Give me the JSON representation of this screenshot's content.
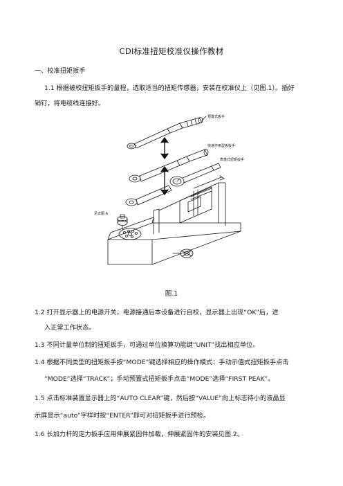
{
  "doc": {
    "title": "CDI标准扭矩校准仪操作教材",
    "section1": "一、校准扭矩扳手",
    "p1_1a": "1.1 根据被校扭矩扳手的量程，选取适当的扭矩传感器，安装在校准仪上（见图.1）。插好",
    "p1_1b": "销钉，将电缆线连接好。",
    "fig_labels": {
      "l1": "预置式扳手",
      "l2": "快速作用型扳扳手",
      "l3": "表盘式扭矩扳手",
      "l4": "见详图 A"
    },
    "figure_caption": "图.1",
    "p1_2a": "1.2  打开显示器上的电源开关。电源接通后本设备进行自校，显示器上出现“OK”后，进",
    "p1_2b": "入正常工作状态。",
    "p1_3": "1.3 不同计量单位制的扭矩扳手，可通过单位换算功能键“UNIT”找出相应单位。",
    "p1_4a": "1.4 根据不同类型的扭矩扳手按“MODE”键选择相应的操作模式：手动示值式扭矩扳手点击",
    "p1_4b": "“MODE”选择“TRACK”；手动预置式扭矩扳手点击“MODE”选择“FIRST PEAK”。",
    "p1_5a": "1.5  点击标准装置显示器上的“AUTO CLEAR”键，然后按“VALUE”向上标志待小的液晶显",
    "p1_5b": "示屏显示“auto”字样时按“ENTER”即可对扭矩扳手进行预检。",
    "p1_6": "1.6 长加力杆的定力扳手应用伸展紧固件加载，伸展紧固件的安装见图.2。"
  }
}
